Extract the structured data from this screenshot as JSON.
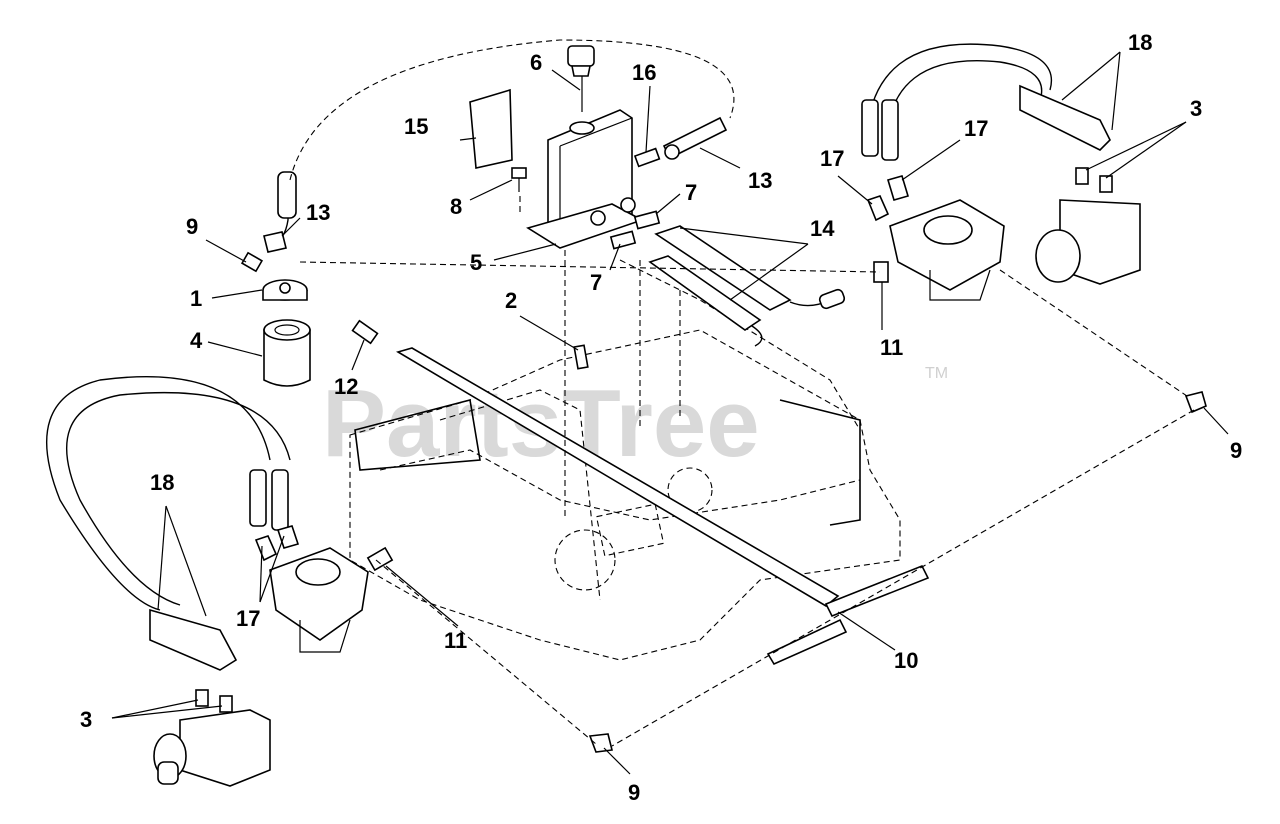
{
  "watermark": {
    "text": "PartsTree",
    "trademark": "TM"
  },
  "callouts": [
    {
      "id": "c1",
      "text": "1"
    },
    {
      "id": "c2",
      "text": "2"
    },
    {
      "id": "c3a",
      "text": "3"
    },
    {
      "id": "c3b",
      "text": "3"
    },
    {
      "id": "c4",
      "text": "4"
    },
    {
      "id": "c5",
      "text": "5"
    },
    {
      "id": "c6",
      "text": "6"
    },
    {
      "id": "c7a",
      "text": "7"
    },
    {
      "id": "c7b",
      "text": "7"
    },
    {
      "id": "c8",
      "text": "8"
    },
    {
      "id": "c9a",
      "text": "9"
    },
    {
      "id": "c9b",
      "text": "9"
    },
    {
      "id": "c9c",
      "text": "9"
    },
    {
      "id": "c10",
      "text": "10"
    },
    {
      "id": "c11a",
      "text": "11"
    },
    {
      "id": "c11b",
      "text": "11"
    },
    {
      "id": "c12",
      "text": "12"
    },
    {
      "id": "c13a",
      "text": "13"
    },
    {
      "id": "c13b",
      "text": "13"
    },
    {
      "id": "c14",
      "text": "14"
    },
    {
      "id": "c15",
      "text": "15"
    },
    {
      "id": "c16",
      "text": "16"
    },
    {
      "id": "c17a",
      "text": "17"
    },
    {
      "id": "c17b",
      "text": "17"
    },
    {
      "id": "c17c",
      "text": "17"
    },
    {
      "id": "c18a",
      "text": "18"
    },
    {
      "id": "c18b",
      "text": "18"
    }
  ]
}
